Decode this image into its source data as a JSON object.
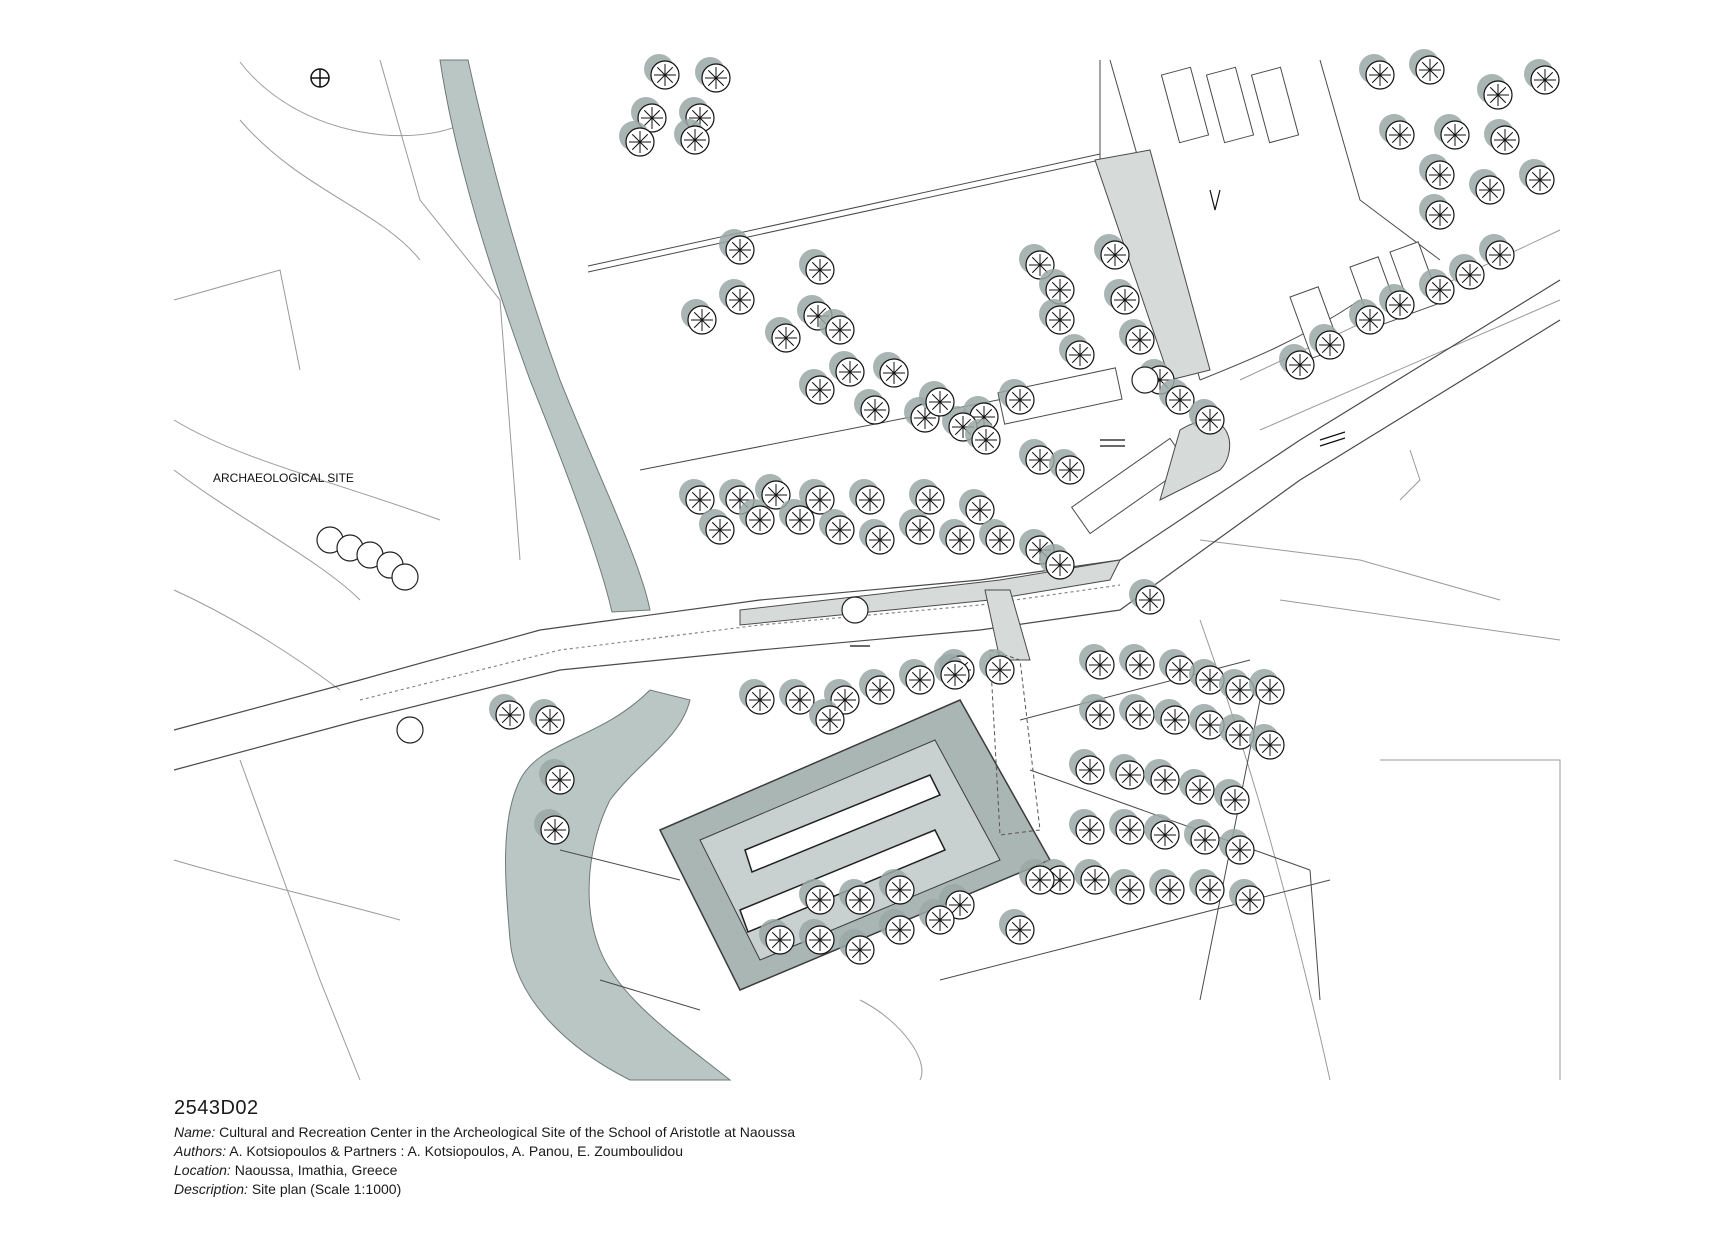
{
  "plan": {
    "site_label": "ARCHAEOLOGICAL SITE"
  },
  "caption": {
    "code": "2543D02",
    "rows": [
      {
        "label": "Name:",
        "value": "Cultural and Recreation Center in the Archeological Site of the School of Aristotle at Naoussa"
      },
      {
        "label": "Authors:",
        "value": "A. Kotsiopoulos & Partners : A. Kotsiopoulos, A. Panou, E. Zoumboulidou"
      },
      {
        "label": "Location:",
        "value": "Naoussa, Imathia, Greece"
      },
      {
        "label": "Description:",
        "value": "Site plan (Scale 1:1000)"
      }
    ]
  },
  "colors": {
    "river": "#b9c6c4",
    "shadow": "#9aa8a6",
    "line": "#4a4a4a",
    "building": "#aab6b4"
  }
}
